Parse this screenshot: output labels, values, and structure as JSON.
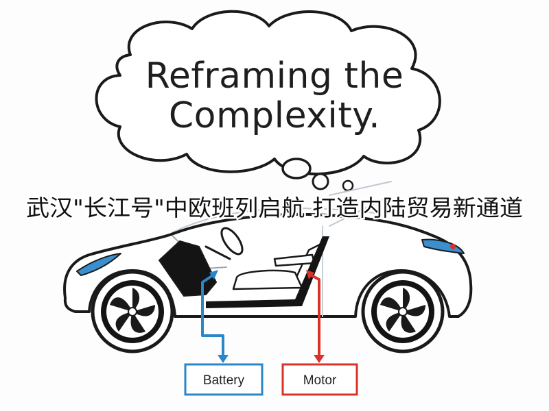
{
  "thought_bubble": {
    "line1": "Reframing the",
    "line2": "Complexity."
  },
  "headline": "武汉\"长江号\"中欧班列启航 打造内陆贸易新通道",
  "boxes": {
    "battery": {
      "label": "Battery",
      "color": "#2a86c8"
    },
    "motor": {
      "label": "Motor",
      "color": "#d9322b"
    }
  },
  "colors": {
    "car_outline": "#1a1a1a",
    "headlight": "#3a8fd0",
    "taillight_dot": "#d9322b"
  }
}
